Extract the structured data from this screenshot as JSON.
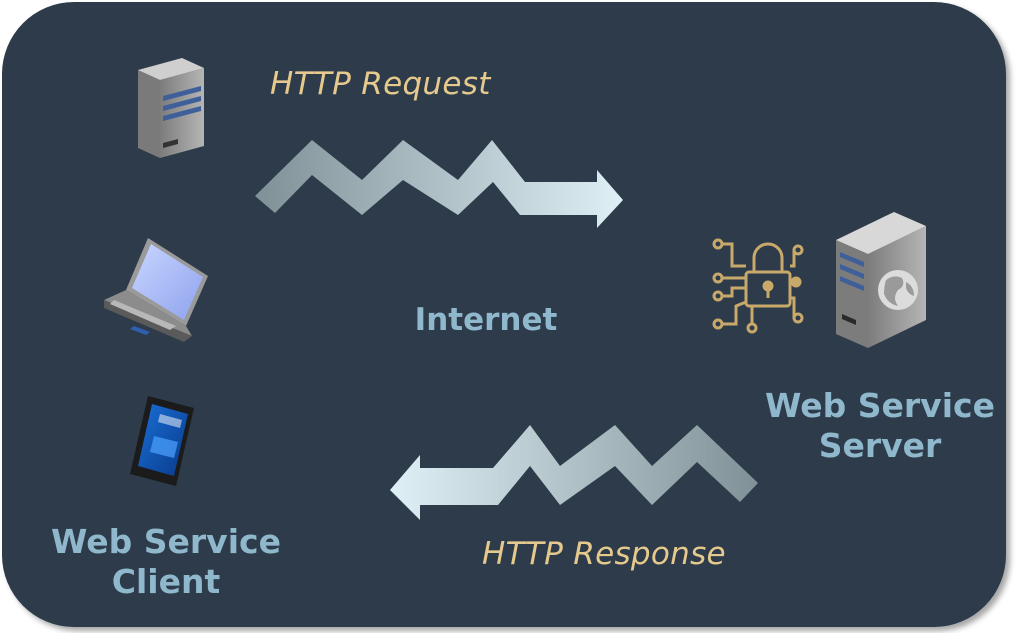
{
  "diagram": {
    "request_label": "HTTP Request",
    "response_label": "HTTP Response",
    "internet_label": "Internet",
    "server_label_line1": "Web Service",
    "server_label_line2": "Server",
    "client_label_line1": "Web Service",
    "client_label_line2": "Client",
    "icons": [
      "desktop-server-icon",
      "laptop-icon",
      "smartphone-icon",
      "circuit-lock-icon",
      "web-server-globe-icon"
    ],
    "colors": {
      "background": "#2d3b4a",
      "label_gold": "#e6c98c",
      "label_blue": "#8fb8cc",
      "arrow_light": "#d6ecf2",
      "arrow_dark": "#7f9196"
    }
  }
}
